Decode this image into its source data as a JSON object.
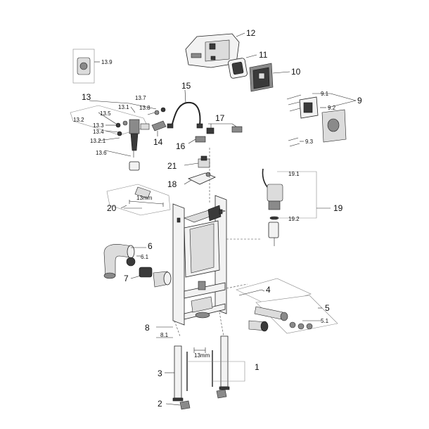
{
  "callouts": {
    "c1": "1",
    "c2": "2",
    "c3": "3",
    "c4": "4",
    "c5": "5",
    "c5_1": "5.1",
    "c6": "6",
    "c6_1": "6.1",
    "c7": "7",
    "c8": "8",
    "c8_1": "8.1",
    "c9": "9",
    "c9_1": "9.1",
    "c9_2": "9.2",
    "c9_3": "9.3",
    "c10": "10",
    "c11": "11",
    "c12": "12",
    "c13": "13",
    "c13_1": "13.1",
    "c13_2": "13.2",
    "c13_2_1": "13.2.1",
    "c13_3": "13.3",
    "c13_4": "13.4",
    "c13_5": "13.5",
    "c13_6": "13.6",
    "c13_7": "13.7",
    "c13_8": "13.8",
    "c13_9": "13.9",
    "c14": "14",
    "c15": "15",
    "c16": "16",
    "c17": "17",
    "c18": "18",
    "c19": "19",
    "c19_1": "19.1",
    "c19_2": "19.2",
    "c20": "20",
    "c21": "21"
  },
  "dimensions": {
    "d20": "13mm",
    "d1": "13mm"
  }
}
